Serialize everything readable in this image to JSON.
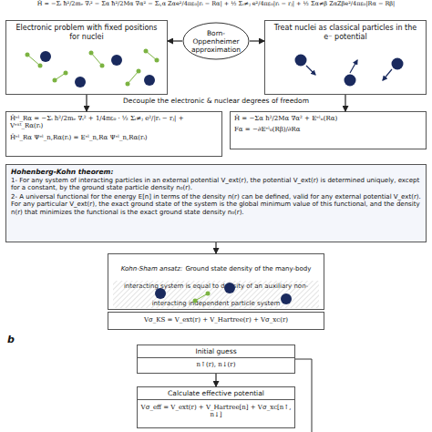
{
  "diagram": {
    "nodes": [
      {
        "text": [
          "Electronic problem with fixed positions for nuclei"
        ]
      },
      {
        "text": [
          "Born-Oppenheimer approximation"
        ]
      },
      {
        "text": [
          "Treat nuclei as classical particles in the e⁻ potential"
        ]
      },
      {
        "text": [
          "Ĥᵉˡ_Rα = −Σᵢ ħ²/2mₑ ∇ᵢ² + 1/4πε₀ · ½ Σᵢ≠ⱼ e²/|rᵢ − rⱼ| + Vᵉˣᵗ_Rα(rᵢ)",
          "Ĥᵉˡ_Rα Ψᵉˡ_n,Rα(rᵢ) = Eᵉˡ_n,Rα Ψᵉˡ_n,Rα(rᵢ)"
        ]
      },
      {
        "text": [
          "Ĥ = −Σα ħ²/2Mα ∇α² + Eᵉˡₙ(Rα)",
          "Fα = −∂Eᵉˡ₀(Rβ)/∂Rα"
        ]
      },
      {
        "text": [
          "Hohenberg-Kohn theorem:",
          "1- For any system of interacting particles in an external potential V_ext(r), the potential V_ext(r) is determined uniquely, except for a constant, by the ground state particle density n₀(r).",
          "2- A universal functional for the energy E[n] in terms of the density n(r) can be defined, valid for any external potential V_ext(r). For any particular V_ext(r), the exact ground state of the system is the global minimum value of this functional, and the density n(r) that minimizes the functional is the exact ground state density n₀(r)."
        ]
      },
      {
        "text": [
          "Kohn-Sham ansatz:",
          "Ground state density of the many-body interacting system is equal to density of an auxiliary non-interacting independent particle system"
        ]
      },
      {
        "text": [
          "Vσ_KS = V_ext(r) + V_Hartree(r) + Vσ_xc(r)"
        ]
      },
      {
        "text": [
          "Initial guess",
          "n↑(r), n↓(r)"
        ]
      },
      {
        "text": [
          "Calculate effective potential",
          "Vσ_eff = V_ext(r) + V_Hartree[n] + Vσ_xc[n↑, n↓]"
        ]
      }
    ],
    "edges": [
      {
        "from": 1,
        "to": 0,
        "arrow": "to"
      },
      {
        "from": 1,
        "to": 2,
        "arrow": "to"
      },
      {
        "from": 0,
        "to": 3,
        "arrow": "to"
      },
      {
        "from": 2,
        "to": 4,
        "arrow": "to"
      },
      {
        "from": 5,
        "to": 6,
        "arrow": "to"
      },
      {
        "from": 8,
        "to": 9,
        "arrow": "to"
      }
    ],
    "labels": [
      "Ĥ = −Σᵢ ħ²/2mₑ ∇ᵢ² − Σα ħ²/2Mα ∇α² − Σᵢ,α Zαe²/4πε₀|rᵢ − Rα| + ½ Σᵢ≠ⱼ e²/4πε₀|rᵢ − rⱼ| + ½ Σα≠β ZαZβe²/4πε₀|Rα − Rβ|",
      "Decouple the electronic & nuclear degrees of freedom",
      "b"
    ]
  }
}
